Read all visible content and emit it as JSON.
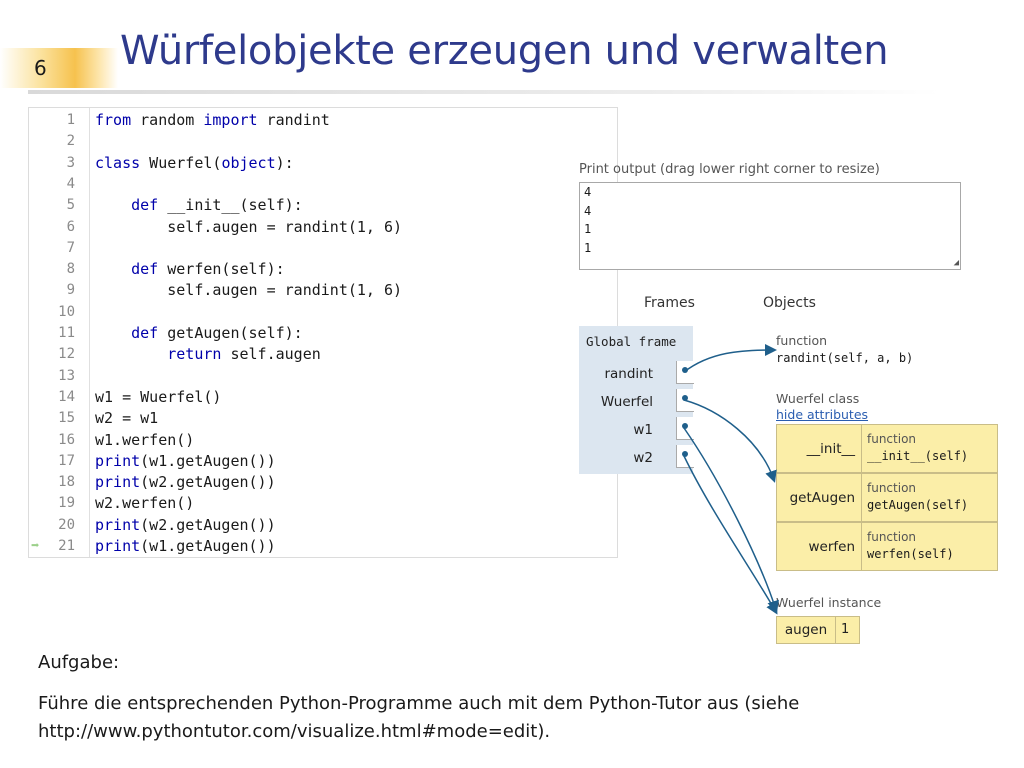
{
  "slide": {
    "number": "6",
    "title": "Würfelobjekte erzeugen und verwalten"
  },
  "code": {
    "lines": [
      {
        "n": "1",
        "parts": [
          [
            "kw",
            "from"
          ],
          [
            "t",
            " random "
          ],
          [
            "kw",
            "import"
          ],
          [
            "t",
            " randint"
          ]
        ]
      },
      {
        "n": "2",
        "parts": []
      },
      {
        "n": "3",
        "parts": [
          [
            "kw",
            "class"
          ],
          [
            "t",
            " Wuerfel("
          ],
          [
            "kw",
            "object"
          ],
          [
            "t",
            "):"
          ]
        ]
      },
      {
        "n": "4",
        "parts": []
      },
      {
        "n": "5",
        "parts": [
          [
            "t",
            "    "
          ],
          [
            "kw",
            "def"
          ],
          [
            "t",
            " __init__(self):"
          ]
        ]
      },
      {
        "n": "6",
        "parts": [
          [
            "t",
            "        self.augen = randint(1, 6)"
          ]
        ]
      },
      {
        "n": "7",
        "parts": []
      },
      {
        "n": "8",
        "parts": [
          [
            "t",
            "    "
          ],
          [
            "kw",
            "def"
          ],
          [
            "t",
            " werfen(self):"
          ]
        ]
      },
      {
        "n": "9",
        "parts": [
          [
            "t",
            "        self.augen = randint(1, 6)"
          ]
        ]
      },
      {
        "n": "10",
        "parts": []
      },
      {
        "n": "11",
        "parts": [
          [
            "t",
            "    "
          ],
          [
            "kw",
            "def"
          ],
          [
            "t",
            " getAugen(self):"
          ]
        ]
      },
      {
        "n": "12",
        "parts": [
          [
            "t",
            "        "
          ],
          [
            "kw",
            "return"
          ],
          [
            "t",
            " self.augen"
          ]
        ]
      },
      {
        "n": "13",
        "parts": []
      },
      {
        "n": "14",
        "parts": [
          [
            "t",
            "w1 = Wuerfel()"
          ]
        ]
      },
      {
        "n": "15",
        "parts": [
          [
            "t",
            "w2 = w1"
          ]
        ]
      },
      {
        "n": "16",
        "parts": [
          [
            "t",
            "w1.werfen()"
          ]
        ]
      },
      {
        "n": "17",
        "parts": [
          [
            "kw",
            "print"
          ],
          [
            "t",
            "(w1.getAugen())"
          ]
        ]
      },
      {
        "n": "18",
        "parts": [
          [
            "kw",
            "print"
          ],
          [
            "t",
            "(w2.getAugen())"
          ]
        ]
      },
      {
        "n": "19",
        "parts": [
          [
            "t",
            "w2.werfen()"
          ]
        ]
      },
      {
        "n": "20",
        "parts": [
          [
            "kw",
            "print"
          ],
          [
            "t",
            "(w2.getAugen())"
          ]
        ]
      },
      {
        "n": "21",
        "parts": [
          [
            "kw",
            "print"
          ],
          [
            "t",
            "(w1.getAugen())"
          ]
        ]
      }
    ],
    "current_line_marker": "➡"
  },
  "print_output": {
    "label": "Print output (drag lower right corner to resize)",
    "lines": [
      "4",
      "4",
      "1",
      "1"
    ]
  },
  "viz": {
    "frames_header": "Frames",
    "objects_header": "Objects",
    "global_frame": {
      "title": "Global frame",
      "vars": [
        "randint",
        "Wuerfel",
        "w1",
        "w2"
      ]
    },
    "randint_obj": {
      "type": "function",
      "sig": "randint(self, a, b)"
    },
    "wuerfel_class": {
      "label": "Wuerfel class",
      "hide_link": "hide attributes",
      "attrs": [
        {
          "key": "__init__",
          "type": "function",
          "sig": "__init__(self)"
        },
        {
          "key": "getAugen",
          "type": "function",
          "sig": "getAugen(self)"
        },
        {
          "key": "werfen",
          "type": "function",
          "sig": "werfen(self)"
        }
      ]
    },
    "instance": {
      "label": "Wuerfel instance",
      "key": "augen",
      "value": "1"
    }
  },
  "task": {
    "title": "Aufgabe:",
    "text": "Führe die entsprechenden Python-Programme auch mit dem Python-Tutor aus (siehe http://www.pythontutor.com/visualize.html#mode=edit)."
  },
  "colors": {
    "title": "#2e3a8c",
    "keyword": "#0000aa",
    "frame_bg": "#dce6f0",
    "object_bg": "#fbeea8",
    "arrow": "#1f5f8b"
  }
}
